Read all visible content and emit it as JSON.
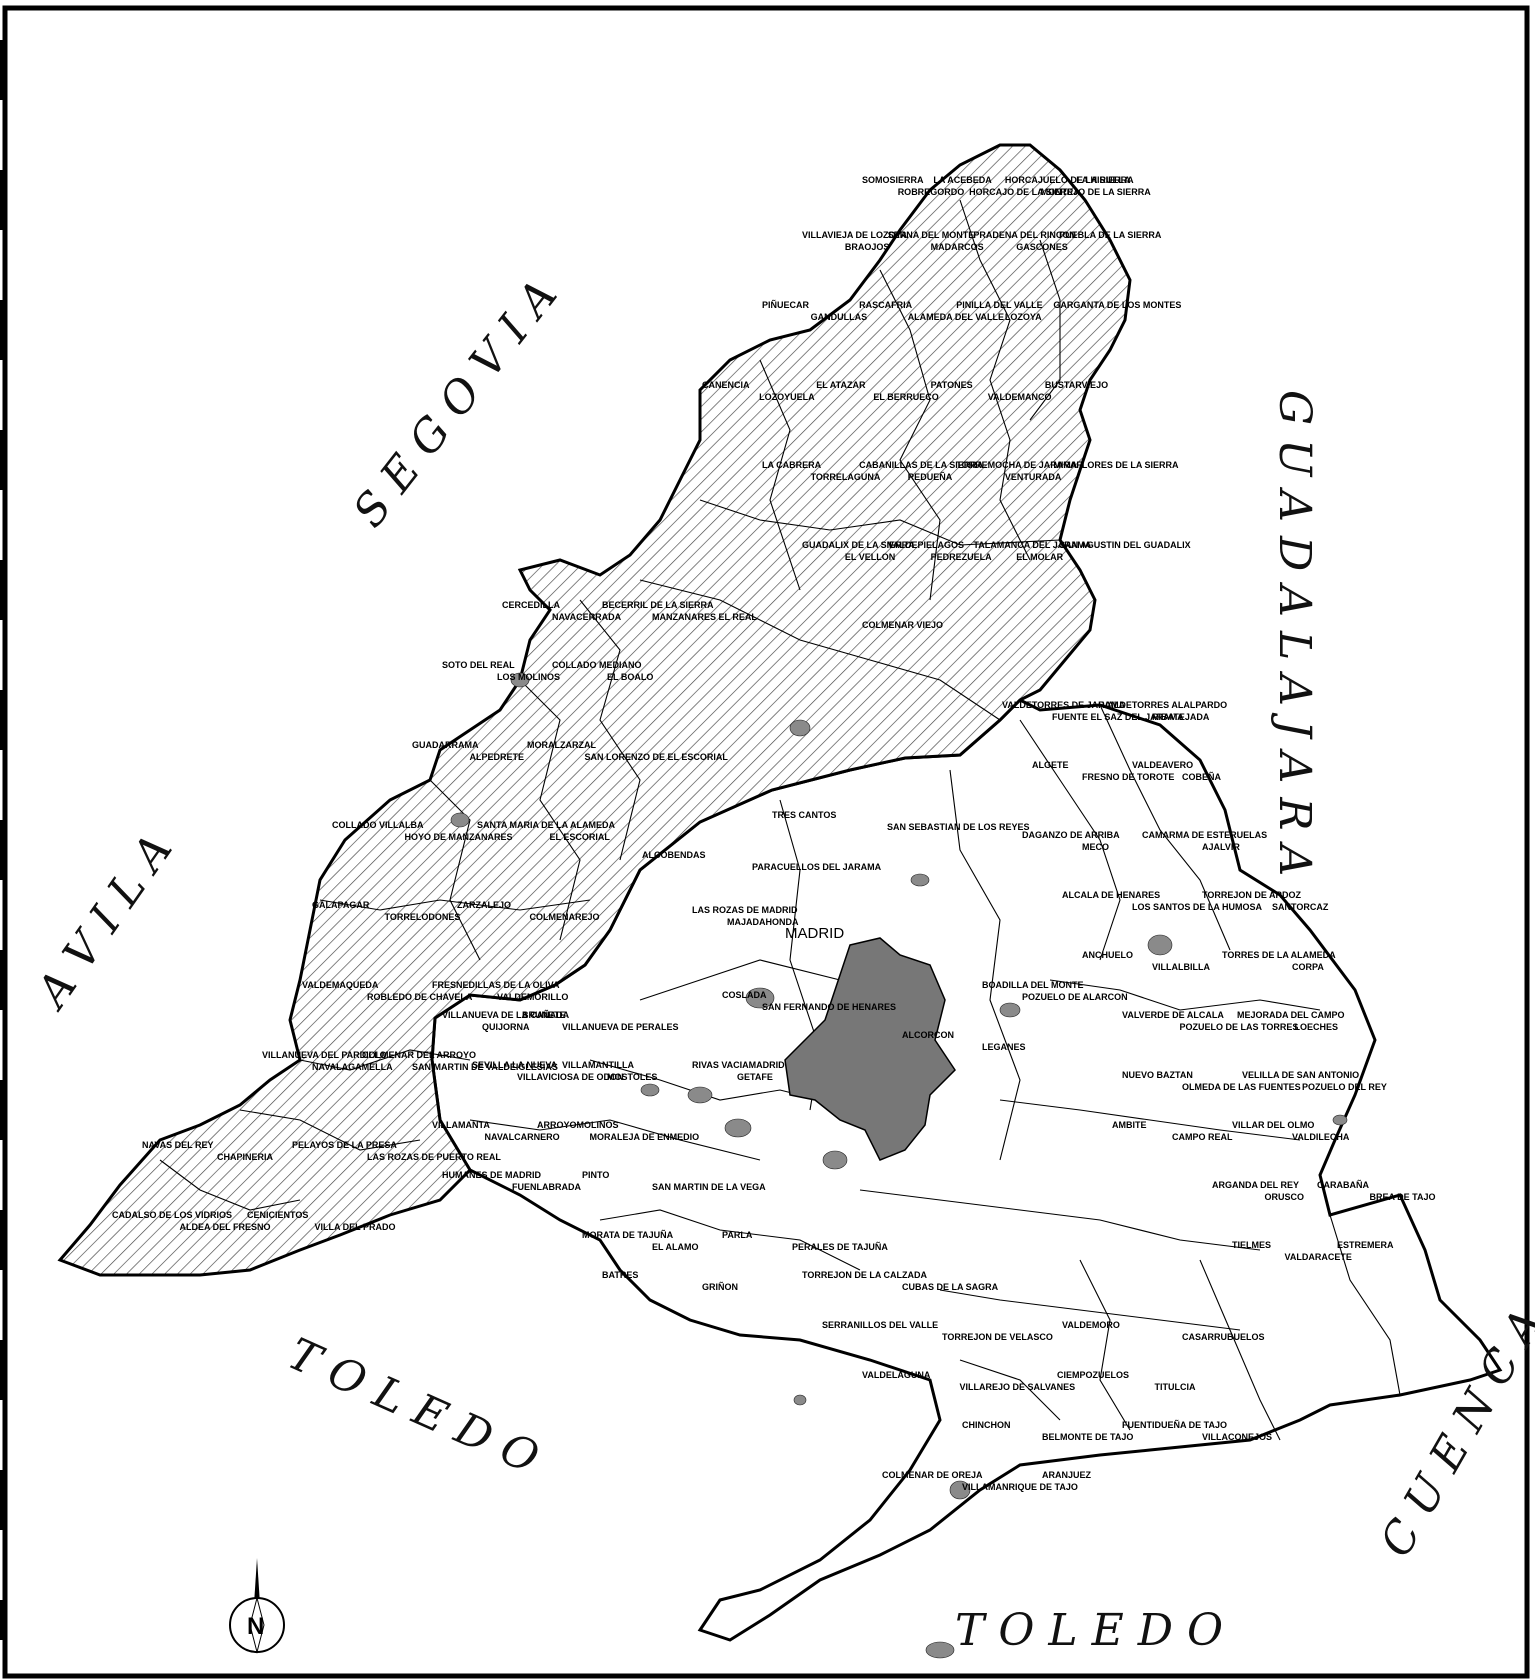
{
  "neighbors": {
    "segovia": "S E G O V I A",
    "guadalajara": "G U A D A L A J A R A",
    "avila": "A V I L A",
    "toledo_west": "T O L E D O",
    "toledo_south": "T O L E D O",
    "cuenca": "C U E N C A"
  },
  "capital": "MADRID",
  "compass_letter": "N",
  "towns": [
    {
      "name": "SOMOSIERRA",
      "zone": "north"
    },
    {
      "name": "ROBREGORDO",
      "zone": "north"
    },
    {
      "name": "LA ACEBEDA",
      "zone": "north"
    },
    {
      "name": "HORCAJO DE LA SIERRA",
      "zone": "north"
    },
    {
      "name": "HORCAJUELO DE LA SIERRA",
      "zone": "north"
    },
    {
      "name": "MONTEJO DE LA SIERRA",
      "zone": "north"
    },
    {
      "name": "LA HIRUELA",
      "zone": "north"
    },
    {
      "name": "VILLAVIEJA DE LOZOYA",
      "zone": "north"
    },
    {
      "name": "BRAOJOS",
      "zone": "north"
    },
    {
      "name": "SERNA DEL MONTE",
      "zone": "north"
    },
    {
      "name": "MADARCOS",
      "zone": "north"
    },
    {
      "name": "PRADENA DEL RINCON",
      "zone": "north"
    },
    {
      "name": "GASCONES",
      "zone": "north"
    },
    {
      "name": "PUEBLA DE LA SIERRA",
      "zone": "north"
    },
    {
      "name": "PIÑUECAR",
      "zone": "north"
    },
    {
      "name": "GANDULLAS",
      "zone": "north"
    },
    {
      "name": "RASCAFRIA",
      "zone": "north"
    },
    {
      "name": "ALAMEDA DEL VALLE",
      "zone": "north"
    },
    {
      "name": "PINILLA DEL VALLE",
      "zone": "north"
    },
    {
      "name": "LOZOYA",
      "zone": "north"
    },
    {
      "name": "GARGANTA DE LOS MONTES",
      "zone": "north"
    },
    {
      "name": "CANENCIA",
      "zone": "north"
    },
    {
      "name": "LOZOYUELA",
      "zone": "north"
    },
    {
      "name": "EL ATAZAR",
      "zone": "north"
    },
    {
      "name": "EL BERRUECO",
      "zone": "north"
    },
    {
      "name": "PATONES",
      "zone": "north"
    },
    {
      "name": "VALDEMANCO",
      "zone": "north"
    },
    {
      "name": "BUSTARVIEJO",
      "zone": "north"
    },
    {
      "name": "LA CABRERA",
      "zone": "north"
    },
    {
      "name": "TORRELAGUNA",
      "zone": "north"
    },
    {
      "name": "CABANILLAS DE LA SIERRA",
      "zone": "north"
    },
    {
      "name": "REDUEÑA",
      "zone": "north"
    },
    {
      "name": "TORREMOCHA DE JARAMA",
      "zone": "north"
    },
    {
      "name": "VENTURADA",
      "zone": "north"
    },
    {
      "name": "MIRAFLORES DE LA SIERRA",
      "zone": "north"
    },
    {
      "name": "GUADALIX DE LA SIERRA",
      "zone": "north"
    },
    {
      "name": "EL VELLON",
      "zone": "north"
    },
    {
      "name": "VALDEPIELAGOS",
      "zone": "north"
    },
    {
      "name": "CERCEDILLA",
      "zone": "west"
    },
    {
      "name": "NAVACERRADA",
      "zone": "west"
    },
    {
      "name": "BECERRIL DE LA SIERRA",
      "zone": "west"
    },
    {
      "name": "MANZANARES EL REAL",
      "zone": "west"
    },
    {
      "name": "SOTO DEL REAL",
      "zone": "west"
    },
    {
      "name": "PEDREZUELA",
      "zone": "north"
    },
    {
      "name": "TALAMANCA DEL JARAMA",
      "zone": "north"
    },
    {
      "name": "LOS MOLINOS",
      "zone": "west"
    },
    {
      "name": "COLLADO MEDIANO",
      "zone": "west"
    },
    {
      "name": "EL BOALO",
      "zone": "west"
    },
    {
      "name": "EL MOLAR",
      "zone": "north"
    },
    {
      "name": "SAN AGUSTIN DEL GUADALIX",
      "zone": "north"
    },
    {
      "name": "GUADARRAMA",
      "zone": "west"
    },
    {
      "name": "ALPEDRETE",
      "zone": "west"
    },
    {
      "name": "MORALZARZAL",
      "zone": "west"
    },
    {
      "name": "COLMENAR VIEJO",
      "zone": "north"
    },
    {
      "name": "VALDETORRES DE JARAMA",
      "zone": "east"
    },
    {
      "name": "SAN LORENZO DE EL ESCORIAL",
      "zone": "west"
    },
    {
      "name": "COLLADO VILLALBA",
      "zone": "west"
    },
    {
      "name": "FUENTE EL SAZ DEL JARAMA",
      "zone": "east"
    },
    {
      "name": "VALDETORRES ALALPARDO",
      "zone": "east"
    },
    {
      "name": "RIBATEJADA",
      "zone": "east"
    },
    {
      "name": "HOYO DE MANZANARES",
      "zone": "west"
    },
    {
      "name": "TRES CANTOS",
      "zone": "central"
    },
    {
      "name": "SANTA MARIA DE LA ALAMEDA",
      "zone": "west"
    },
    {
      "name": "EL ESCORIAL",
      "zone": "west"
    },
    {
      "name": "GALAPAGAR",
      "zone": "west"
    },
    {
      "name": "ALGETE",
      "zone": "east"
    },
    {
      "name": "FRESNO DE TOROTE",
      "zone": "east"
    },
    {
      "name": "VALDEAVERO",
      "zone": "east"
    },
    {
      "name": "TORRELODONES",
      "zone": "west"
    },
    {
      "name": "SAN SEBASTIAN DE LOS REYES",
      "zone": "central"
    },
    {
      "name": "COBEÑA",
      "zone": "east"
    },
    {
      "name": "ZARZALEJO",
      "zone": "west"
    },
    {
      "name": "ALCOBENDAS",
      "zone": "central"
    },
    {
      "name": "DAGANZO DE ARRIBA",
      "zone": "east"
    },
    {
      "name": "MECO",
      "zone": "east"
    },
    {
      "name": "COLMENAREJO",
      "zone": "west"
    },
    {
      "name": "CAMARMA DE ESTERUELAS",
      "zone": "east"
    },
    {
      "name": "AJALVIR",
      "zone": "east"
    },
    {
      "name": "PARACUELLOS DEL JARAMA",
      "zone": "central"
    },
    {
      "name": "LAS ROZAS DE MADRID",
      "zone": "central"
    },
    {
      "name": "ALCALA DE HENARES",
      "zone": "east"
    },
    {
      "name": "LOS SANTOS DE LA HUMOSA",
      "zone": "east"
    },
    {
      "name": "VALDEMAQUEDA",
      "zone": "west"
    },
    {
      "name": "ROBLEDO DE CHAVELA",
      "zone": "west"
    },
    {
      "name": "FRESNEDILLAS DE LA OLIVA",
      "zone": "west"
    },
    {
      "name": "VALDEMORILLO",
      "zone": "west"
    },
    {
      "name": "VILLANUEVA DEL PARDILLO",
      "zone": "west"
    },
    {
      "name": "TORREJON DE ARDOZ",
      "zone": "east"
    },
    {
      "name": "SANTORCAZ",
      "zone": "east"
    },
    {
      "name": "ANCHUELO",
      "zone": "east"
    },
    {
      "name": "MAJADAHONDA",
      "zone": "central"
    },
    {
      "name": "NAVALAGAMELLA",
      "zone": "west"
    },
    {
      "name": "VILLANUEVA DE LA CAÑADA",
      "zone": "south"
    },
    {
      "name": "VILLALBILLA",
      "zone": "east"
    },
    {
      "name": "COSLADA",
      "zone": "central"
    },
    {
      "name": "SAN FERNANDO DE HENARES",
      "zone": "central"
    },
    {
      "name": "TORRES DE LA ALAMEDA",
      "zone": "east"
    },
    {
      "name": "CORPA",
      "zone": "east"
    },
    {
      "name": "BOADILLA DEL MONTE",
      "zone": "central"
    },
    {
      "name": "POZUELO DE ALARCON",
      "zone": "central"
    },
    {
      "name": "VALVERDE DE ALCALA",
      "zone": "east"
    },
    {
      "name": "POZUELO DE LAS TORRES",
      "zone": "east"
    },
    {
      "name": "COLMENAR DEL ARROYO",
      "zone": "west"
    },
    {
      "name": "QUIJORNA",
      "zone": "south"
    },
    {
      "name": "MEJORADA DEL CAMPO",
      "zone": "east"
    },
    {
      "name": "LOECHES",
      "zone": "east"
    },
    {
      "name": "SAN MARTIN DE VALDEIGLESIAS",
      "zone": "west"
    },
    {
      "name": "BRUNETE",
      "zone": "south"
    },
    {
      "name": "NUEVO BAZTAN",
      "zone": "east"
    },
    {
      "name": "OLMEDA DE LAS FUENTES",
      "zone": "east"
    },
    {
      "name": "NAVAS DEL REY",
      "zone": "west"
    },
    {
      "name": "CHAPINERIA",
      "zone": "west"
    },
    {
      "name": "PELAYOS DE LA PRESA",
      "zone": "west"
    },
    {
      "name": "VILLANUEVA DE PERALES",
      "zone": "south"
    },
    {
      "name": "SEVILLA LA NUEVA",
      "zone": "south"
    },
    {
      "name": "VILLAVICIOSA DE ODON",
      "zone": "south"
    },
    {
      "name": "ALCORCON",
      "zone": "central"
    },
    {
      "name": "VELILLA DE SAN ANTONIO",
      "zone": "east"
    },
    {
      "name": "POZUELO DEL REY",
      "zone": "east"
    },
    {
      "name": "AMBITE",
      "zone": "east"
    },
    {
      "name": "VILLAMANTILLA",
      "zone": "south"
    },
    {
      "name": "LEGANES",
      "zone": "central"
    },
    {
      "name": "RIVAS VACIAMADRID",
      "zone": "central"
    },
    {
      "name": "CAMPO REAL",
      "zone": "east"
    },
    {
      "name": "VILLAR DEL OLMO",
      "zone": "east"
    },
    {
      "name": "LAS ROZAS DE PUERTO REAL",
      "zone": "west"
    },
    {
      "name": "CADALSO DE LOS VIDRIOS",
      "zone": "west"
    },
    {
      "name": "ALDEA DEL FRESNO",
      "zone": "west"
    },
    {
      "name": "MOSTOLES",
      "zone": "south"
    },
    {
      "name": "VALDILECHA",
      "zone": "east"
    },
    {
      "name": "VILLAMANTA",
      "zone": "south"
    },
    {
      "name": "GETAFE",
      "zone": "central"
    },
    {
      "name": "ARGANDA DEL REY",
      "zone": "east"
    },
    {
      "name": "ORUSCO",
      "zone": "east"
    },
    {
      "name": "NAVALCARNERO",
      "zone": "south"
    },
    {
      "name": "ARROYOMOLINOS",
      "zone": "south"
    },
    {
      "name": "CENICIENTOS",
      "zone": "west"
    },
    {
      "name": "VILLA DEL PRADO",
      "zone": "west"
    },
    {
      "name": "MORALEJA DE ENMEDIO",
      "zone": "south"
    },
    {
      "name": "HUMANES DE MADRID",
      "zone": "south"
    },
    {
      "name": "FUENLABRADA",
      "zone": "south"
    },
    {
      "name": "CARABAÑA",
      "zone": "east"
    },
    {
      "name": "BREA DE TAJO",
      "zone": "east"
    },
    {
      "name": "PINTO",
      "zone": "south"
    },
    {
      "name": "SAN MARTIN DE LA VEGA",
      "zone": "south"
    },
    {
      "name": "MORATA DE TAJUÑA",
      "zone": "south"
    },
    {
      "name": "TIELMES",
      "zone": "east"
    },
    {
      "name": "EL ALAMO",
      "zone": "south"
    },
    {
      "name": "PARLA",
      "zone": "south"
    },
    {
      "name": "PERALES DE TAJUÑA",
      "zone": "south"
    },
    {
      "name": "BATRES",
      "zone": "south"
    },
    {
      "name": "GRIÑON",
      "zone": "south"
    },
    {
      "name": "TORREJON DE LA CALZADA",
      "zone": "south"
    },
    {
      "name": "VALDARACETE",
      "zone": "east"
    },
    {
      "name": "CUBAS DE LA SAGRA",
      "zone": "south"
    },
    {
      "name": "SERRANILLOS DEL VALLE",
      "zone": "south"
    },
    {
      "name": "ESTREMERA",
      "zone": "east"
    },
    {
      "name": "TORREJON DE VELASCO",
      "zone": "south"
    },
    {
      "name": "VALDEMORO",
      "zone": "south"
    },
    {
      "name": "CASARRUBUELOS",
      "zone": "south"
    },
    {
      "name": "VALDELAGUNA",
      "zone": "south"
    },
    {
      "name": "VILLAREJO DE SALVANES",
      "zone": "south"
    },
    {
      "name": "CIEMPOZUELOS",
      "zone": "south"
    },
    {
      "name": "TITULCIA",
      "zone": "south"
    },
    {
      "name": "CHINCHON",
      "zone": "south"
    },
    {
      "name": "BELMONTE DE TAJO",
      "zone": "south"
    },
    {
      "name": "FUENTIDUEÑA DE TAJO",
      "zone": "south"
    },
    {
      "name": "VILLACONEJOS",
      "zone": "south"
    },
    {
      "name": "COLMENAR DE OREJA",
      "zone": "south"
    },
    {
      "name": "VILLAMANRIQUE DE TAJO",
      "zone": "south"
    },
    {
      "name": "ARANJUEZ",
      "zone": "south"
    }
  ]
}
